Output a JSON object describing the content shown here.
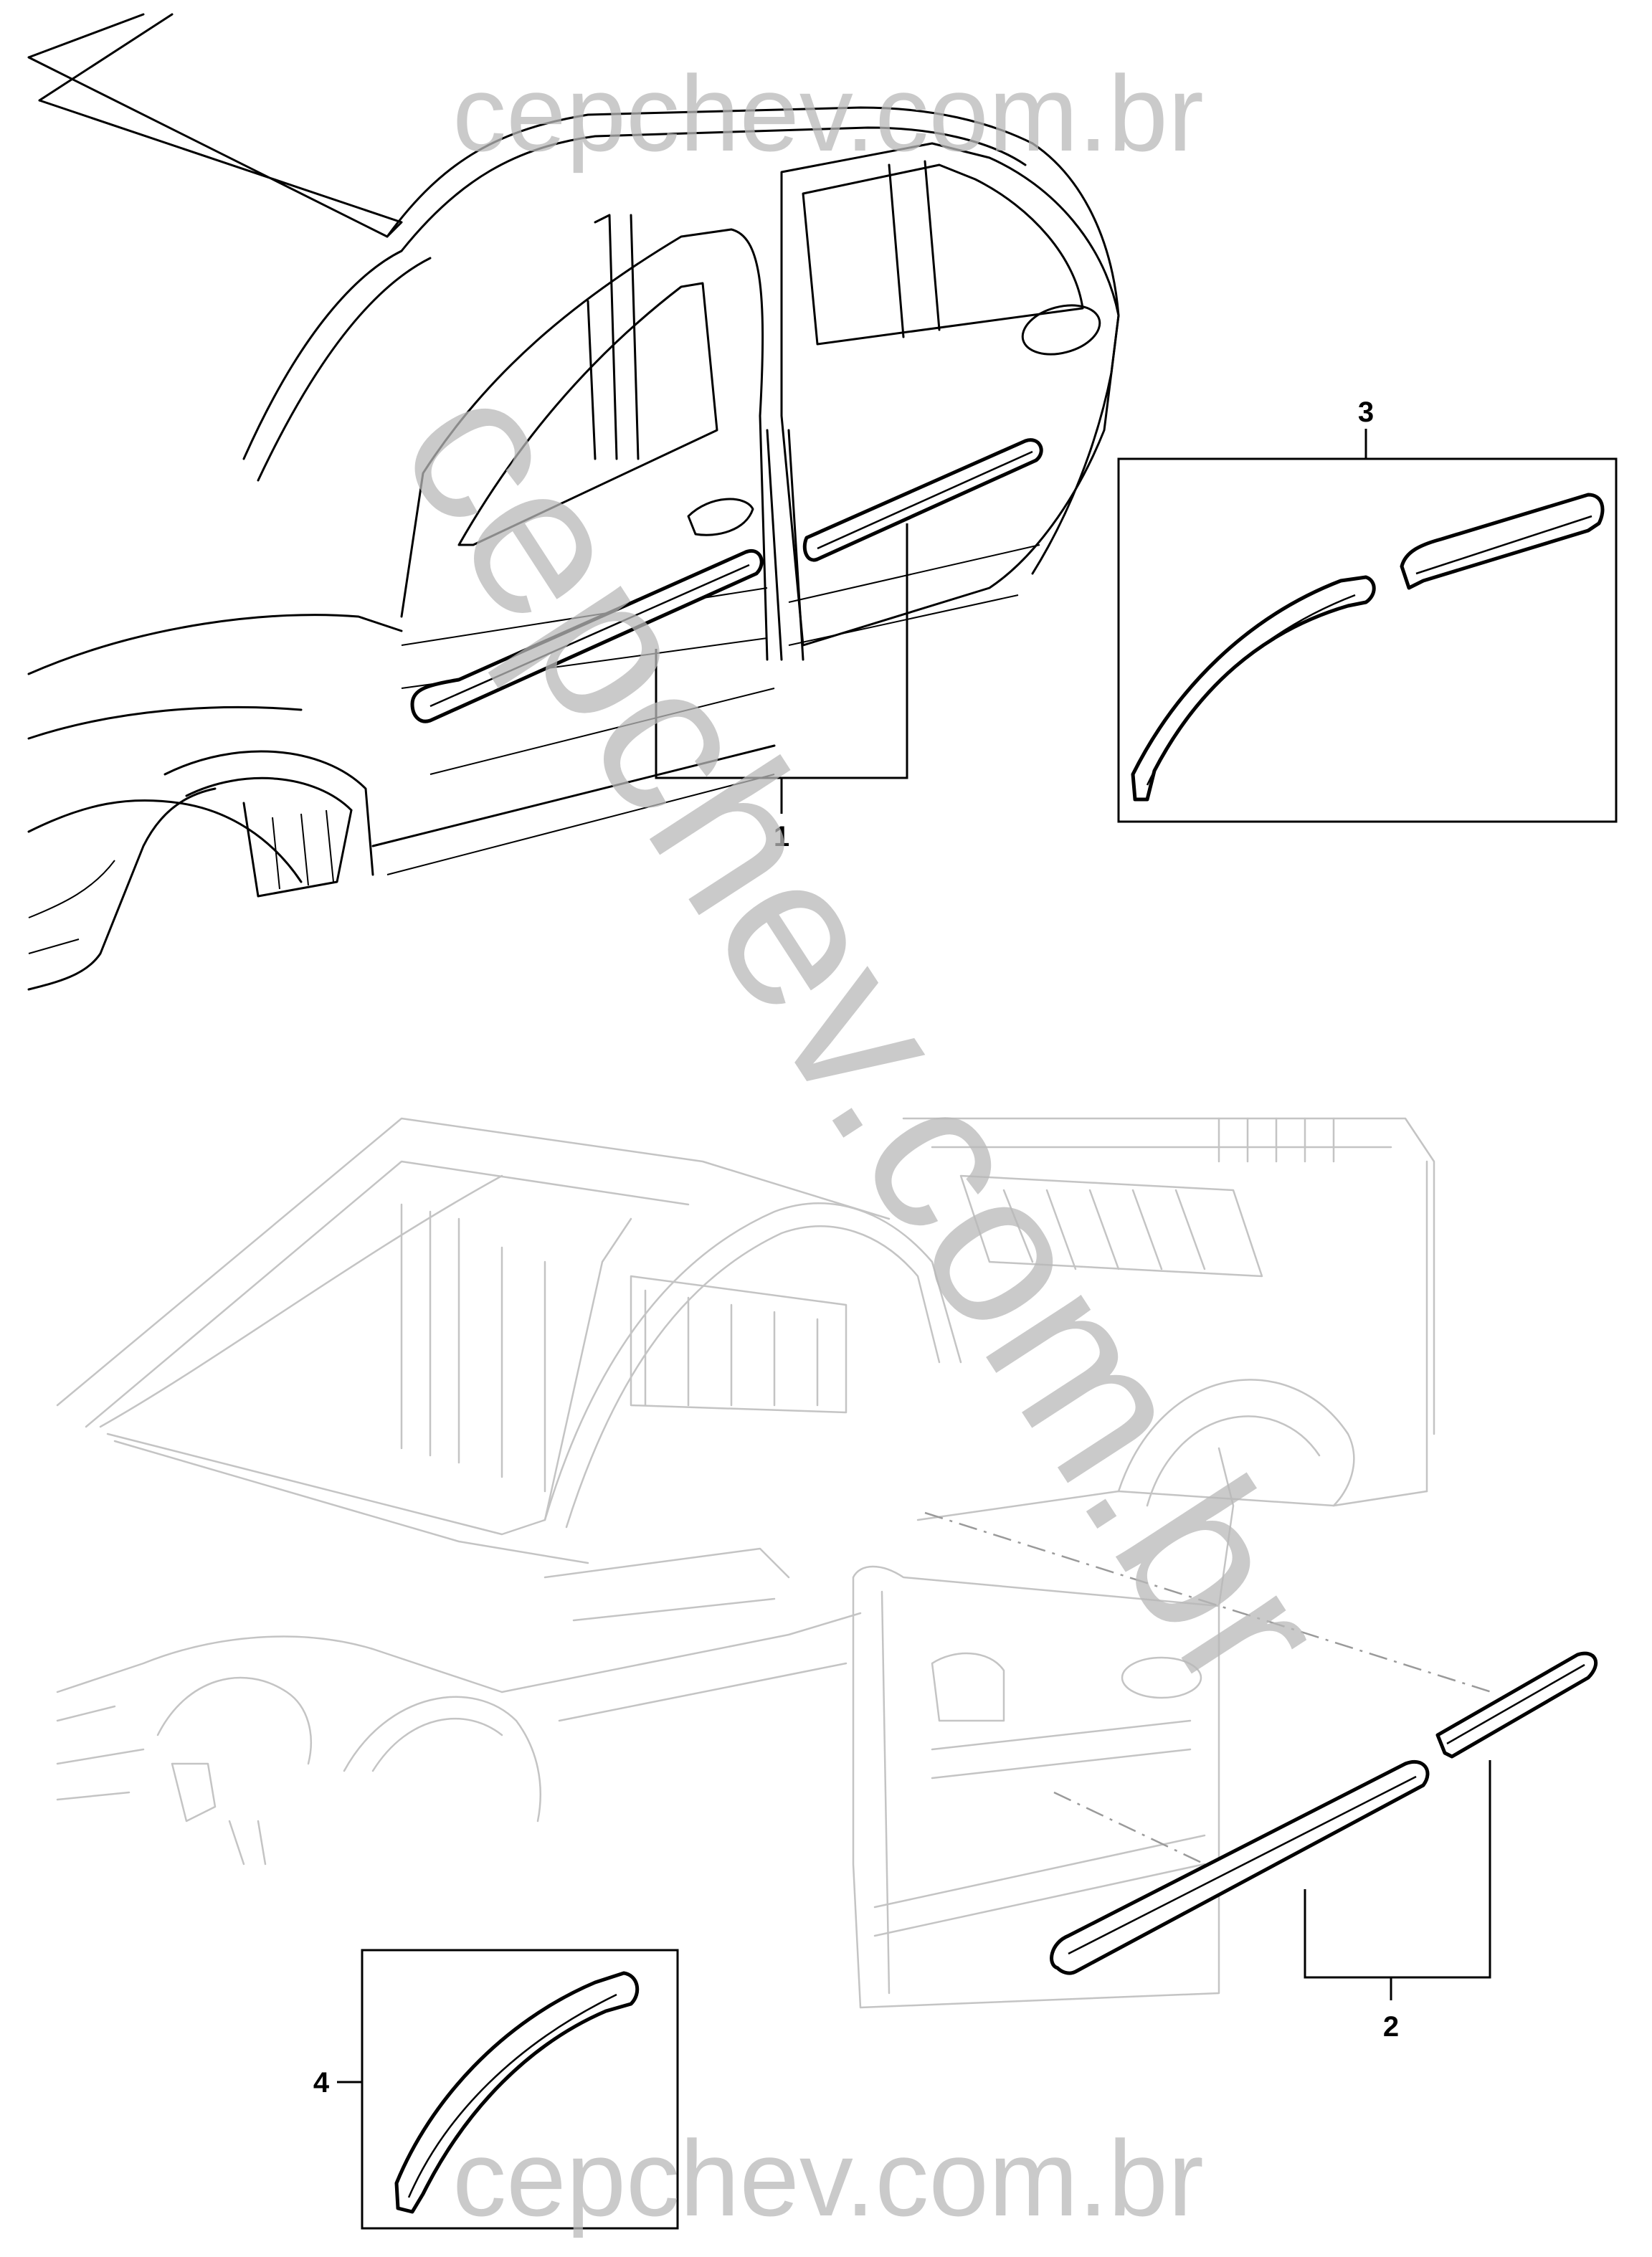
{
  "watermarks": {
    "top": "cepchev.com.br",
    "diagonal": "cepchev.com.br",
    "bottom": "cepchev.com.br"
  },
  "callouts": {
    "item_1": "1",
    "item_2": "2",
    "item_3": "3",
    "item_4": "4"
  }
}
